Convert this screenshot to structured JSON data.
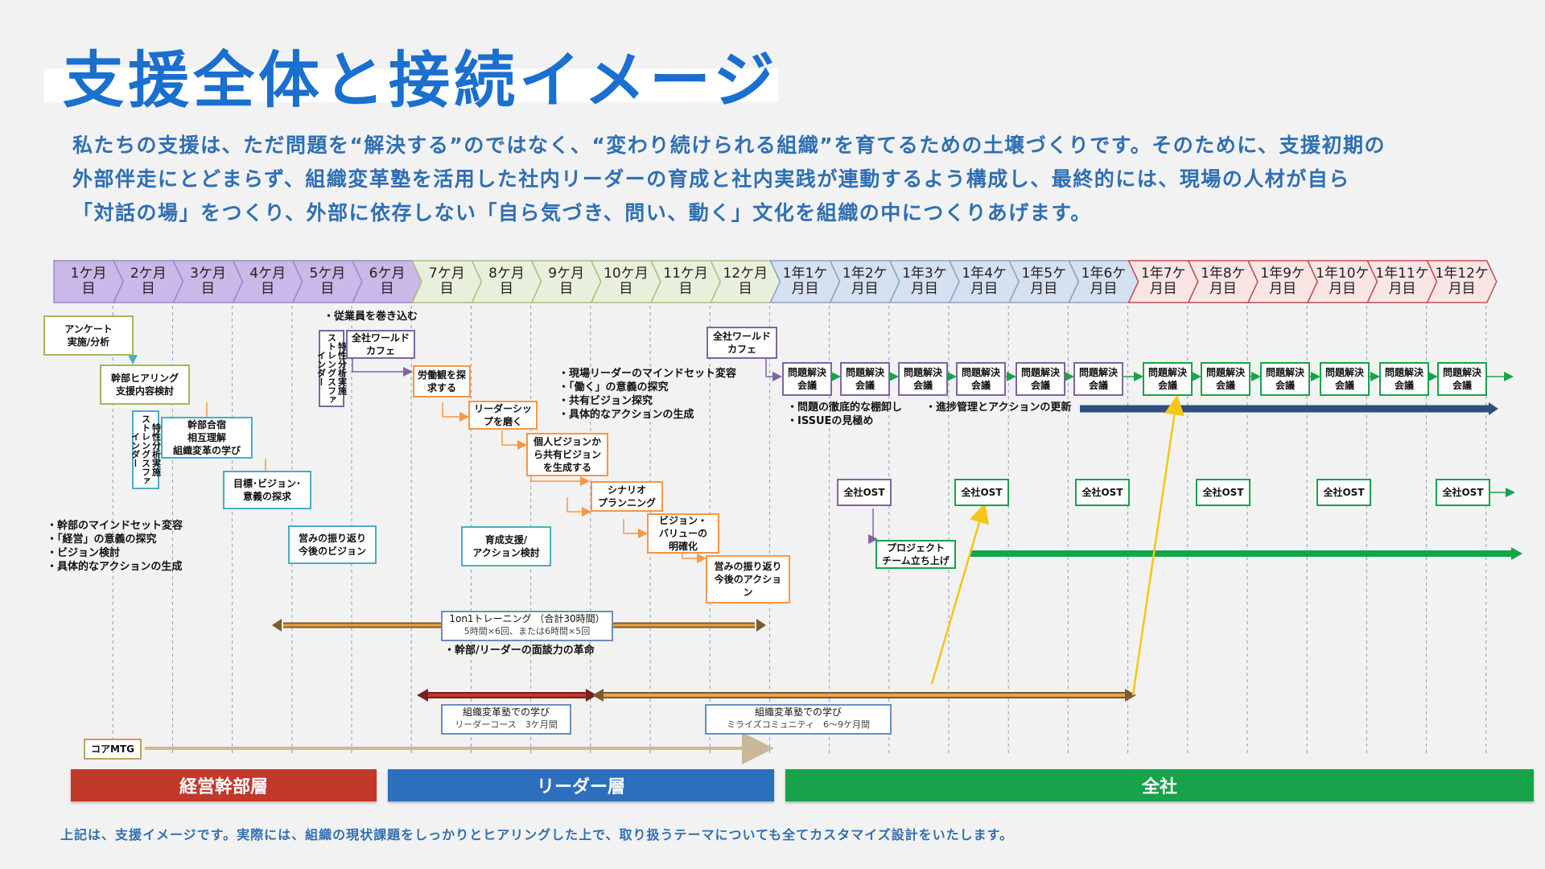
{
  "title": "支援全体と接続イメージ",
  "intro": {
    "line1": "私たちの支援は、ただ問題を“解決する”のではなく、“変わり続けられる組織”を育てるための土壌づくりです。そのために、支援初期の",
    "line2": "外部伴走にとどまらず、組織変革塾を活用した社内リーダーの育成と社内実践が連動するよう構成し、最終的には、現場の人材が自ら",
    "line3": "「対話の場」をつくり、外部に依存しない「自ら気づき、問い、動く」文化を組織の中につくりあげます。"
  },
  "months": [
    {
      "l1": "1ケ月",
      "l2": "目",
      "color": "#c9b8e8"
    },
    {
      "l1": "2ケ月",
      "l2": "目",
      "color": "#c9b8e8"
    },
    {
      "l1": "3ケ月",
      "l2": "目",
      "color": "#c9b8e8"
    },
    {
      "l1": "4ケ月",
      "l2": "目",
      "color": "#c9b8e8"
    },
    {
      "l1": "5ケ月",
      "l2": "目",
      "color": "#c9b8e8"
    },
    {
      "l1": "6ケ月",
      "l2": "目",
      "color": "#c9b8e8"
    },
    {
      "l1": "7ケ月",
      "l2": "目",
      "color": "#e8f0dc"
    },
    {
      "l1": "8ケ月",
      "l2": "目",
      "color": "#e8f0dc"
    },
    {
      "l1": "9ケ月",
      "l2": "目",
      "color": "#e8f0dc"
    },
    {
      "l1": "10ケ月",
      "l2": "目",
      "color": "#e8f0dc"
    },
    {
      "l1": "11ケ月",
      "l2": "目",
      "color": "#e8f0dc"
    },
    {
      "l1": "12ケ月",
      "l2": "目",
      "color": "#e8f0dc"
    },
    {
      "l1": "1年1ケ",
      "l2": "月目",
      "color": "#d5e1f0"
    },
    {
      "l1": "1年2ケ",
      "l2": "月目",
      "color": "#d5e1f0"
    },
    {
      "l1": "1年3ケ",
      "l2": "月目",
      "color": "#d5e1f0"
    },
    {
      "l1": "1年4ケ",
      "l2": "月目",
      "color": "#d5e1f0"
    },
    {
      "l1": "1年5ケ",
      "l2": "月目",
      "color": "#d5e1f0"
    },
    {
      "l1": "1年6ケ",
      "l2": "月目",
      "color": "#d5e1f0"
    },
    {
      "l1": "1年7ケ",
      "l2": "月目",
      "color": "#fbe4e4"
    },
    {
      "l1": "1年8ケ",
      "l2": "月目",
      "color": "#fbe4e4"
    },
    {
      "l1": "1年9ケ",
      "l2": "月目",
      "color": "#fbe4e4"
    },
    {
      "l1": "1年10ケ",
      "l2": "月目",
      "color": "#fbe4e4"
    },
    {
      "l1": "1年11ケ",
      "l2": "月目",
      "color": "#fbe4e4"
    },
    {
      "l1": "1年12ケ",
      "l2": "月目",
      "color": "#fbe4e4"
    }
  ],
  "boxes": {
    "survey": "アンケート\n実施/分析",
    "exec_hearing": "幹部ヒアリング\n支援内容検討",
    "strength1": "特性分析実施\nストレングスファインダー",
    "exec_camp": "幹部合宿\n相互理解\n組織変革の学び",
    "goal_vision": "目標･ビジョン･\n意義の探求",
    "review_exec": "営みの振り返り\n今後のビジョン",
    "strength2": "特性分析実施\nストレングスファインダー",
    "world_cafe1": "全社ワールド\nカフェ",
    "labor_view": "労働観を探\n求する",
    "leadership": "リーダーシッ\nプを磨く",
    "personal_vision": "個人ビジョンか\nら共有ビジョン\nを生成する",
    "scenario": "シナリオ\nプランニング",
    "vision_value": "ビジョン・\nバリューの\n明確化",
    "review_leader": "営みの振り返り\n今後のアクショ\nン",
    "training_support": "育成支援/\nアクション検討",
    "world_cafe2": "全社ワールド\nカフェ",
    "problem_meeting": "問題解決\n会議",
    "ost": "全社OST",
    "project": "プロジェクト\nチーム立ち上げ",
    "core_mtg": "コアMTG"
  },
  "notes": {
    "involve": "・従業員を巻き込む",
    "exec_notes": [
      "・幹部のマインドセット変容",
      "・「経営」の意義の探究",
      "・ビジョン検討",
      "・具体的なアクションの生成"
    ],
    "leader_notes": [
      "・現場リーダーのマインドセット変容",
      "・「働く」の意義の探究",
      "・共有ビジョン探究",
      "・具体的なアクションの生成"
    ],
    "problem_notes": [
      "・問題の徹底的な棚卸し",
      "・ISSUEの見極め"
    ],
    "progress_note": "・進捗管理とアクションの更新",
    "power_note": "・幹部/リーダーの面談力の革命"
  },
  "labels": {
    "one_on_one_title": "1on1トレーニング （合計30時間）",
    "one_on_one_sub": "5時間×6回、または6時間×5回",
    "leader_course_title": "組織変革塾での学び",
    "leader_course_sub": "リーダーコース　3ケ月間",
    "mirais_title": "組織変革塾での学び",
    "mirais_sub": "ミライズコミュニティ　6～9ケ月間"
  },
  "bands": {
    "exec": "経営幹部層",
    "leader": "リーダー層",
    "all": "全社"
  },
  "footer": "上記は、支援イメージです。実際には、組織の現状課題をしっかりとヒアリングした上で、取り扱うテーマについても全てカスタマイズ設計をいたします。",
  "colors": {
    "title": "#1a6fcf",
    "text_blue": "#2f6fb3",
    "exec": "#c0392b",
    "leader": "#2e6fbd",
    "all": "#16a34a",
    "orange": "#f79646",
    "teal": "#4bacc6",
    "purple": "#8064a2",
    "olive": "#9bbb59",
    "gold_arrow": "#f5c518",
    "navy_arrow": "#2f4f7f"
  }
}
